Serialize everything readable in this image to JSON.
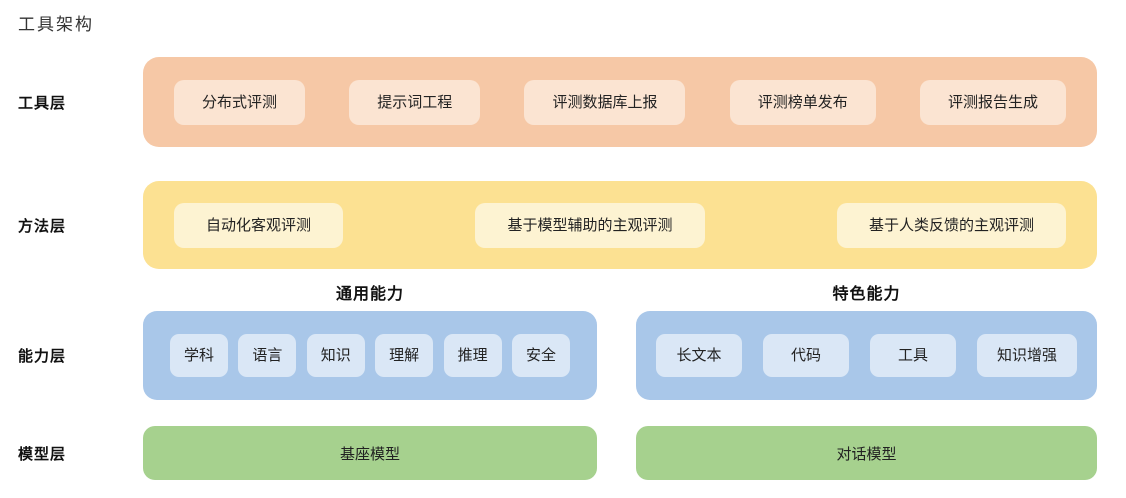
{
  "title": "工具架构",
  "colors": {
    "background": "#ffffff",
    "tool_band": "#F6C8A6",
    "tool_chip": "#FBE4D2",
    "method_band": "#FCE192",
    "method_chip": "#FDF3D2",
    "capability_band": "#A9C7E9",
    "capability_cell": "#DAE7F6",
    "model_band": "#A6D18E",
    "text": "#222222"
  },
  "layers": {
    "tool": {
      "label": "工具层",
      "items": [
        "分布式评测",
        "提示词工程",
        "评测数据库上报",
        "评测榜单发布",
        "评测报告生成"
      ]
    },
    "method": {
      "label": "方法层",
      "items": [
        "自动化客观评测",
        "基于模型辅助的主观评测",
        "基于人类反馈的主观评测"
      ]
    },
    "capability": {
      "label": "能力层",
      "groups": [
        {
          "header": "通用能力",
          "items": [
            "学科",
            "语言",
            "知识",
            "理解",
            "推理",
            "安全"
          ]
        },
        {
          "header": "特色能力",
          "items": [
            "长文本",
            "代码",
            "工具",
            "知识增强"
          ]
        }
      ]
    },
    "model": {
      "label": "模型层",
      "items": [
        "基座模型",
        "对话模型"
      ]
    }
  }
}
